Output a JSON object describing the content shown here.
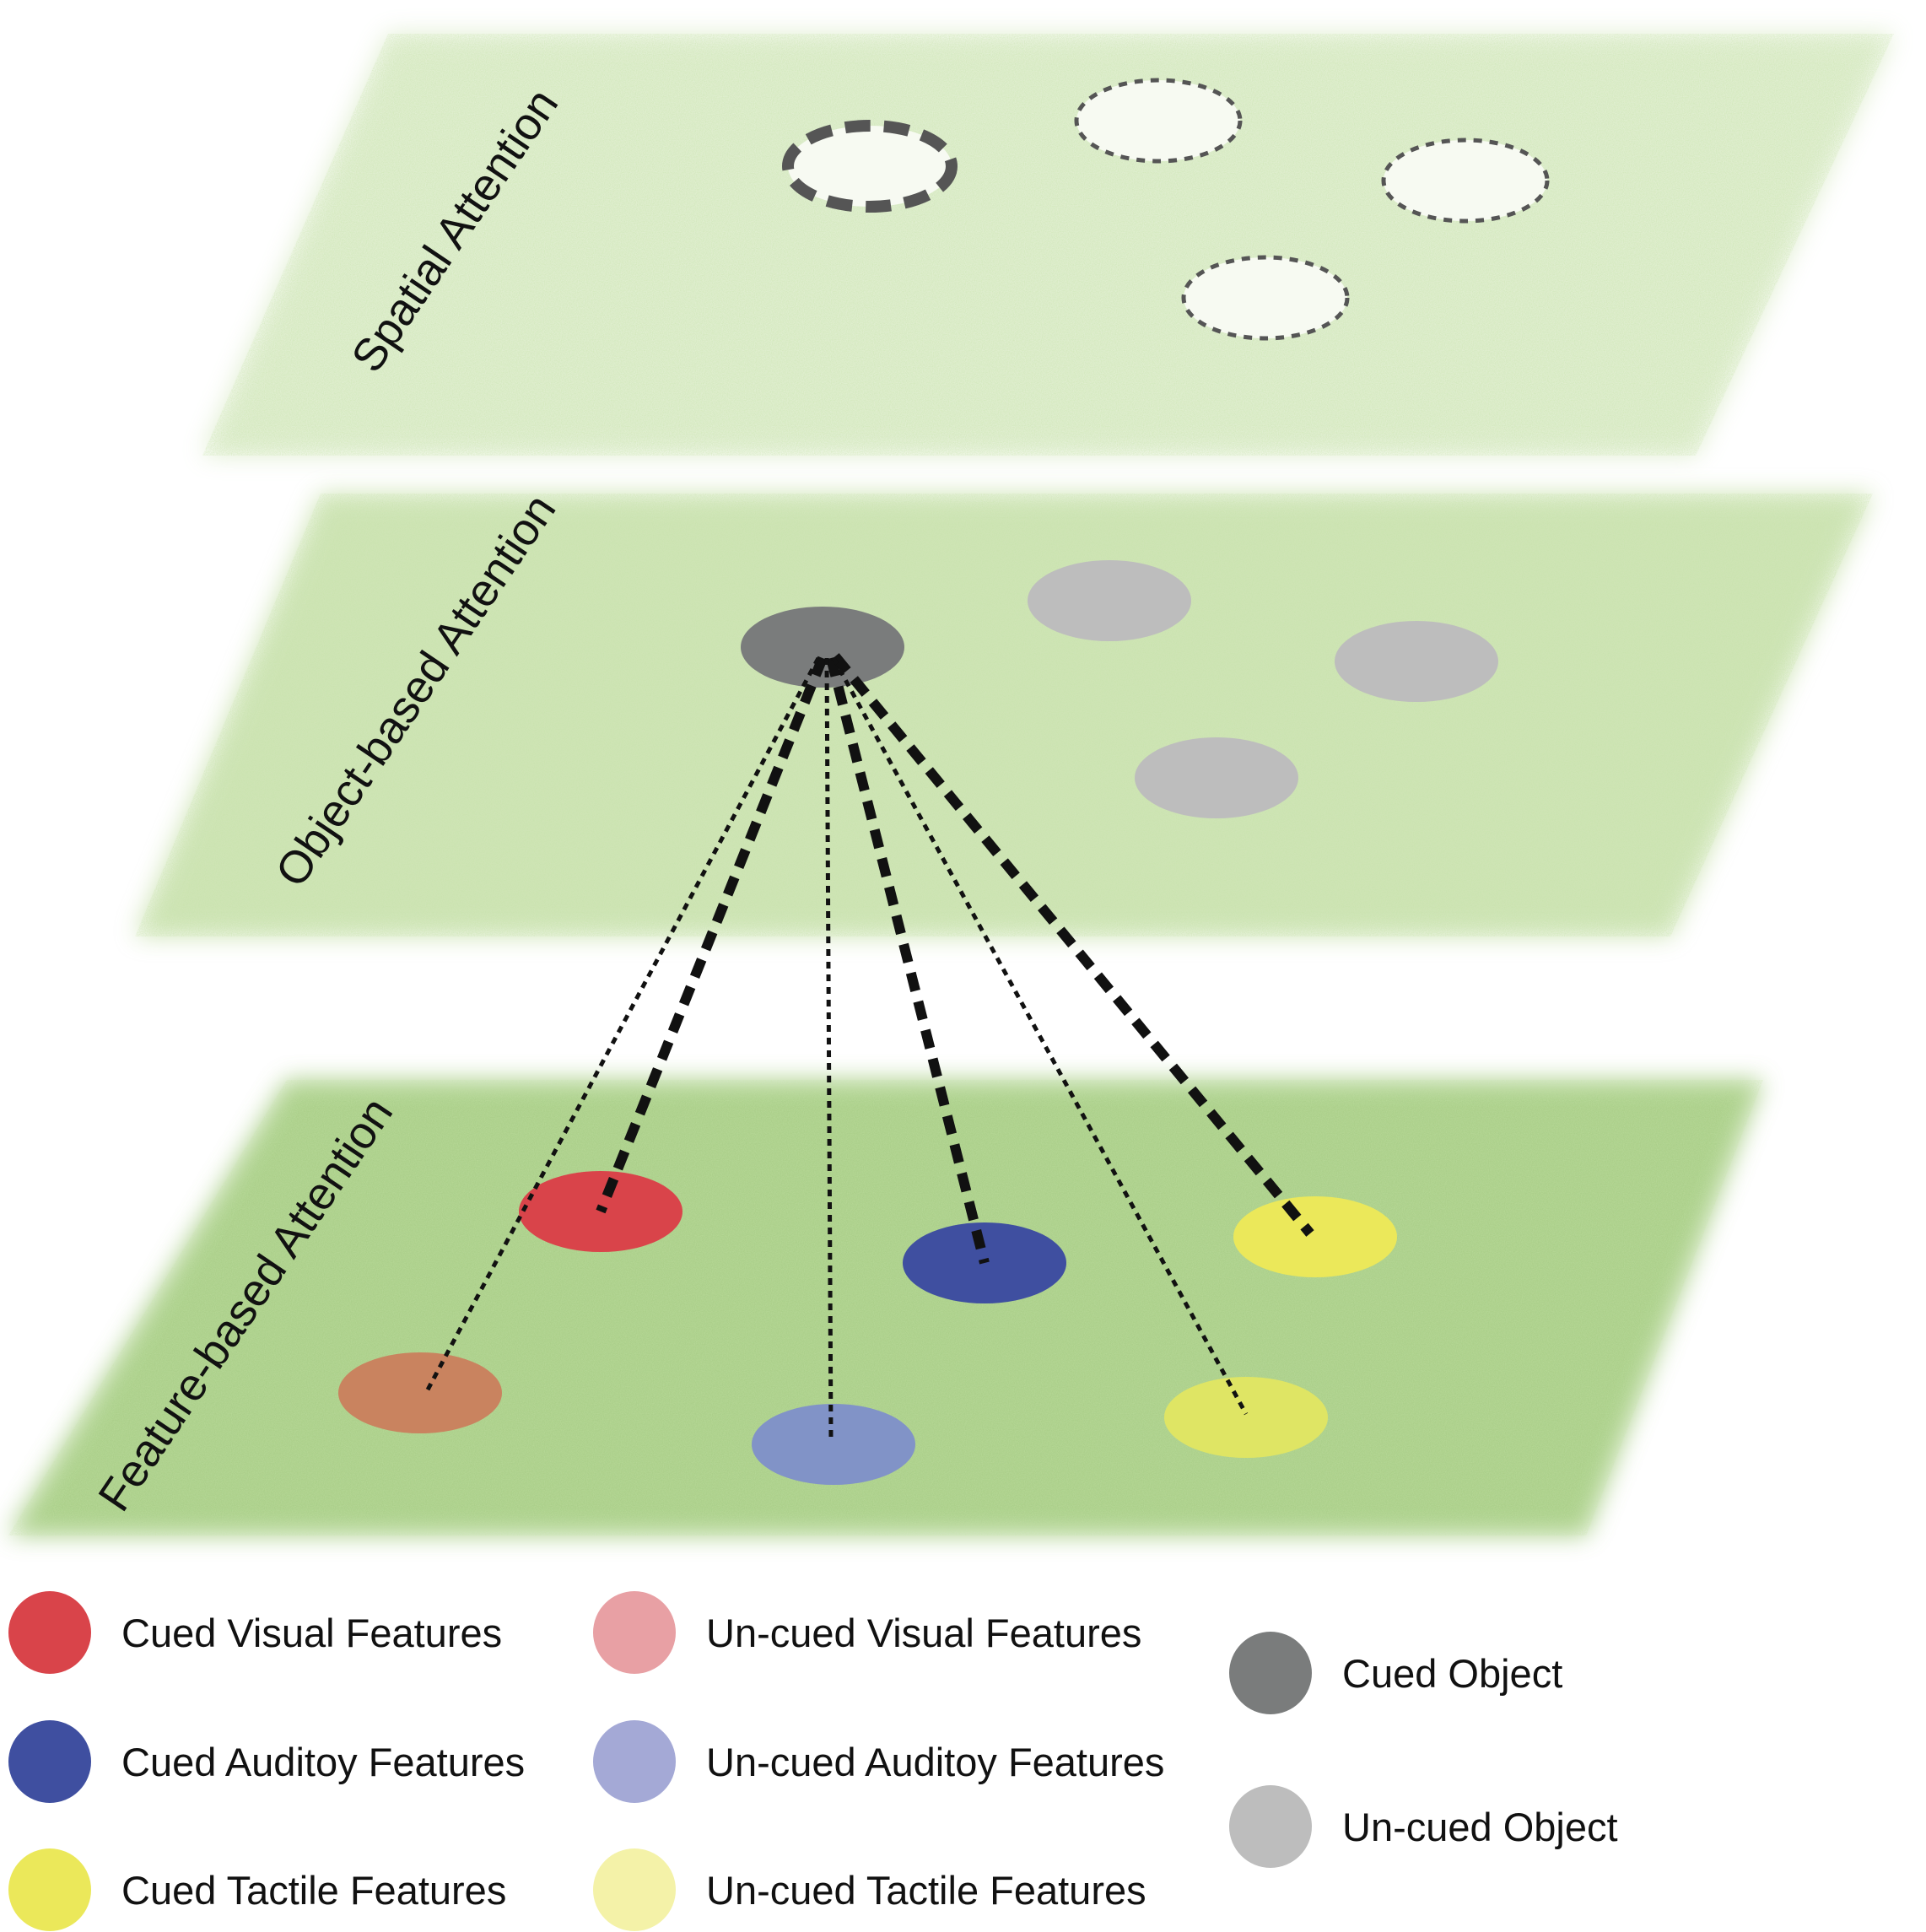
{
  "planes": {
    "spatial": {
      "label": "Spatial Attention"
    },
    "object": {
      "label": "Object-based Attention"
    },
    "feature": {
      "label": "Feature-based Attention"
    }
  },
  "colors": {
    "plane_green": "#a8cf7c",
    "cued_visual": "#d9444a",
    "cued_auditory": "#3f4fa0",
    "cued_tactile": "#ebe85a",
    "uncued_visual": "#e8a0a4",
    "uncued_auditory": "#a4a9d6",
    "uncued_tactile": "#f4f2a8",
    "uncued_visual_on_plane": "#c9835f",
    "uncued_auditory_on_plane": "#8193c7",
    "uncued_tactile_on_plane": "#dfe564",
    "cued_object": "#7a7c7c",
    "uncued_object": "#bdbdbd",
    "connector": "#111111"
  },
  "legend": {
    "cued_visual": "Cued Visual Features",
    "cued_auditory": "Cued Auditoy Features",
    "cued_tactile": "Cued Tactile Features",
    "uncued_visual": "Un-cued Visual Features",
    "uncued_auditory": "Un-cued Auditoy Features",
    "uncued_tactile": "Un-cued Tactile Features",
    "cued_object": "Cued Object",
    "uncued_object": "Un-cued Object"
  }
}
